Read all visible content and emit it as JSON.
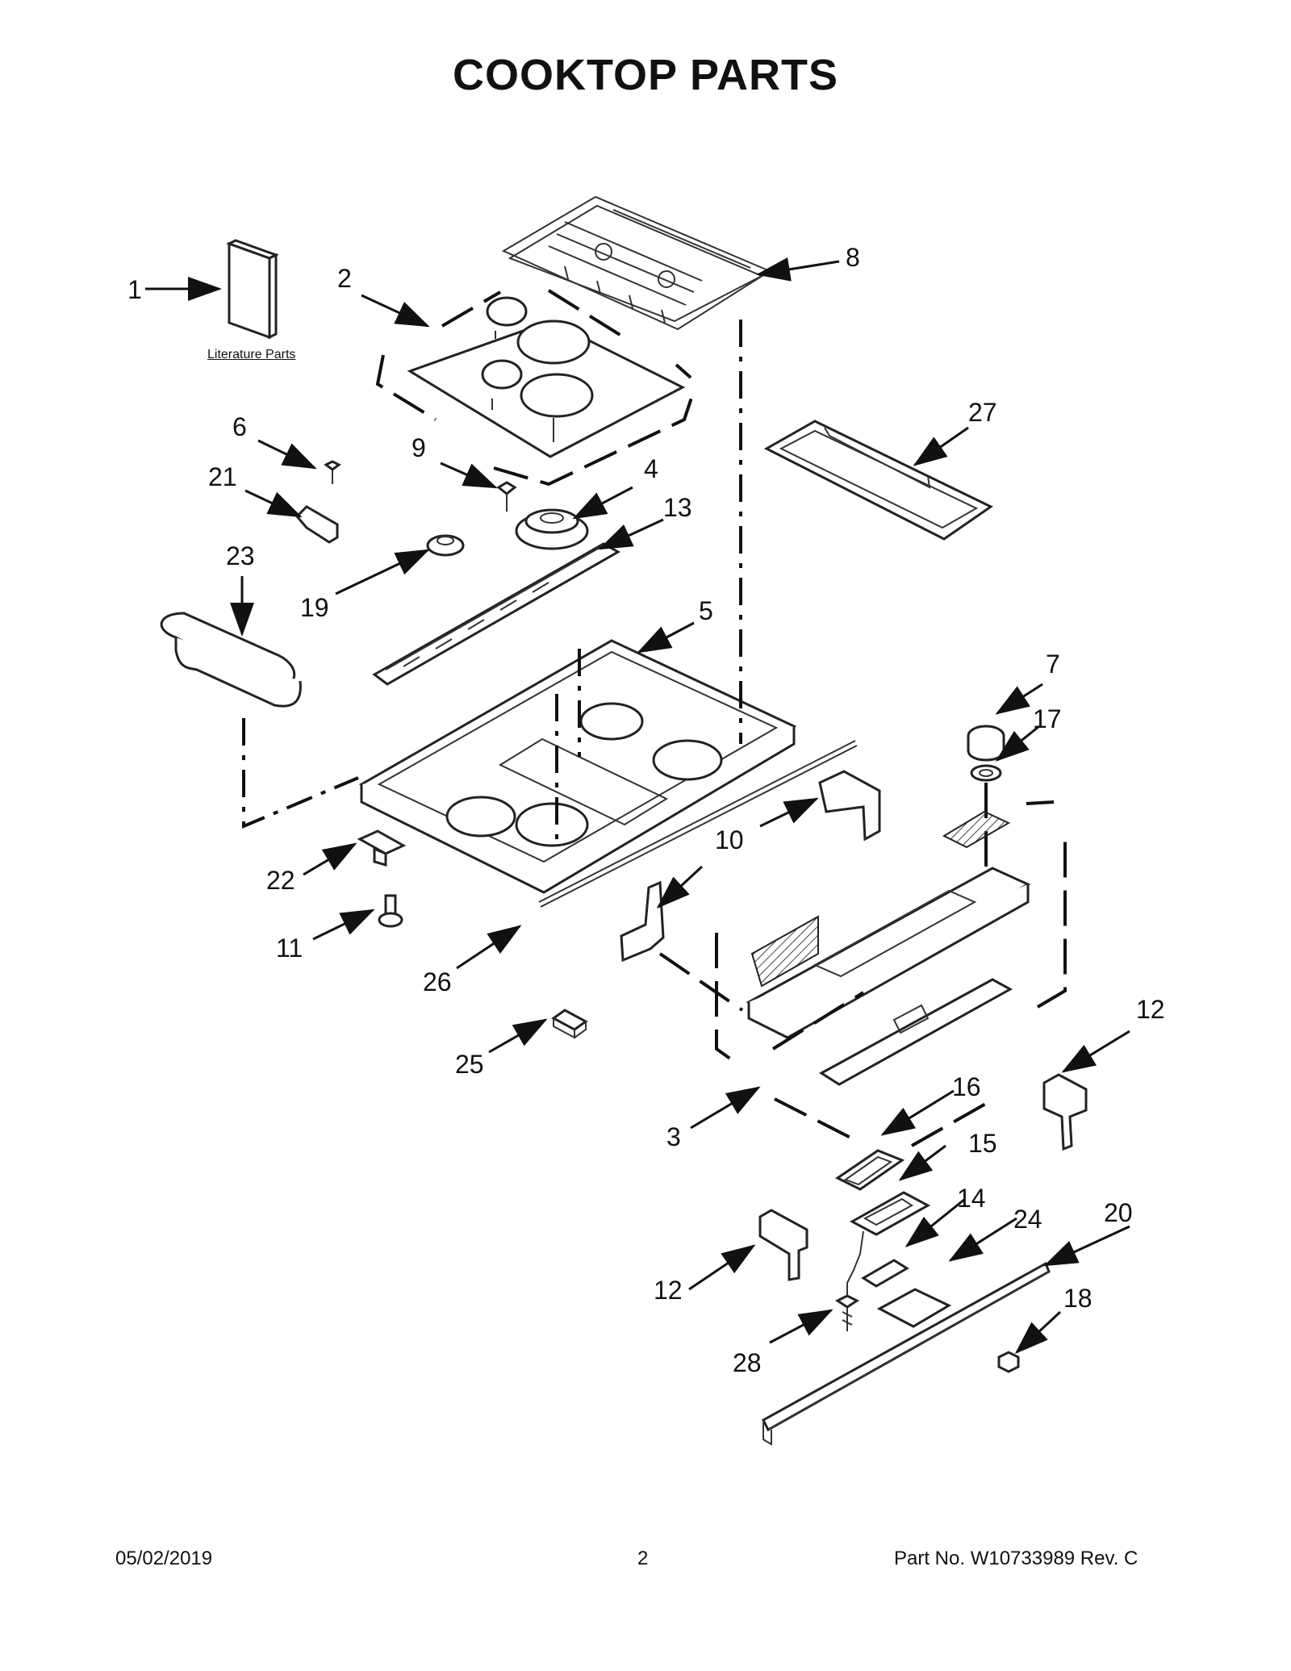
{
  "title": "COOKTOP  PARTS",
  "literature_label": "Literature Parts",
  "footer": {
    "date": "05/02/2019",
    "page": "2",
    "part_no": "Part No.  W10733989  Rev.  C"
  },
  "callouts": {
    "c1": "1",
    "c2": "2",
    "c3": "3",
    "c4": "4",
    "c5": "5",
    "c6": "6",
    "c7": "7",
    "c8": "8",
    "c9": "9",
    "c10a": "10",
    "c10b": "10",
    "c11": "11",
    "c12a": "12",
    "c12b": "12",
    "c13": "13",
    "c14": "14",
    "c15": "15",
    "c16": "16",
    "c17": "17",
    "c18": "18",
    "c19": "19",
    "c20": "20",
    "c21": "21",
    "c22": "22",
    "c23": "23",
    "c24": "24",
    "c25": "25",
    "c26": "26",
    "c27": "27",
    "c28": "28"
  }
}
